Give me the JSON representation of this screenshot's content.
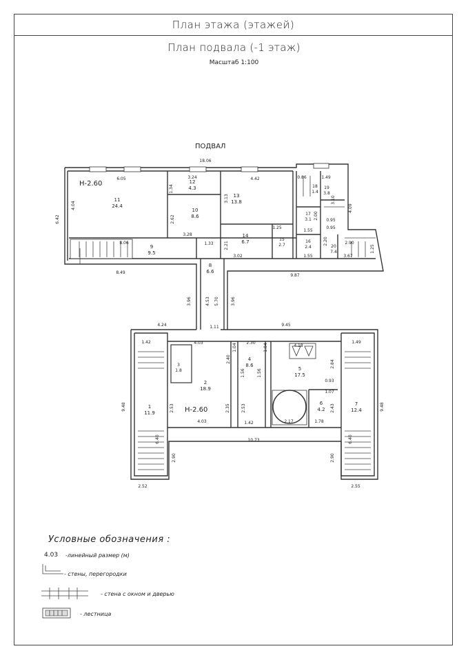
{
  "header": {
    "title": "План этажа (этажей)",
    "plan_title": "План подвала (-1 этаж)",
    "scale": "Масштаб 1:100"
  },
  "plan": {
    "level_label": "ПОДВАЛ",
    "height_upper": "Н-2.60",
    "height_lower": "Н-2.60",
    "rooms": [
      {
        "number": "11",
        "area": "24.4"
      },
      {
        "number": "12",
        "area": "4.3"
      },
      {
        "number": "13",
        "area": "13.8"
      },
      {
        "number": "10",
        "area": "8.6"
      },
      {
        "number": "9",
        "area": "9.5"
      },
      {
        "number": "8",
        "area": "6.6"
      },
      {
        "number": "14",
        "area": "6.7"
      },
      {
        "number": "15",
        "area": "2.7"
      },
      {
        "number": "16",
        "area": "2.4"
      },
      {
        "number": "17",
        "area": "3.1"
      },
      {
        "number": "18",
        "area": "1.4"
      },
      {
        "number": "19",
        "area": "3.8"
      },
      {
        "number": "20",
        "area": "7.4"
      },
      {
        "number": "1",
        "area": "11.9"
      },
      {
        "number": "2",
        "area": "18.9"
      },
      {
        "number": "3",
        "area": "1.8"
      },
      {
        "number": "4",
        "area": "8.6"
      },
      {
        "number": "5",
        "area": "17.5"
      },
      {
        "number": "6",
        "area": "4.2"
      },
      {
        "number": "7",
        "area": "12.4"
      }
    ],
    "dimensions": {
      "top_total": "18.06",
      "d605": "6.05",
      "d442": "4.42",
      "d324": "3.24",
      "d086": "0.86",
      "d149a": "1.49",
      "d642": "6.42",
      "d404": "4.04",
      "d134": "1.34",
      "d313": "3.13",
      "d310": "3.10",
      "d409": "4.09",
      "d262": "2.62",
      "d328": "3.28",
      "d133": "1.33",
      "d221": "2.21",
      "d302": "3.02",
      "d125a": "1.25",
      "d155a": "1.55",
      "d155b": "1.55",
      "d095a": "0.95",
      "d095b": "0.95",
      "d200": "2.00",
      "d220": "2.20",
      "d290": "2.90",
      "d367": "3.67",
      "d125b": "1.25",
      "d806": "8.06",
      "d849": "8.49",
      "d987": "9.87",
      "d396a": "3.96",
      "d453": "4.53",
      "d570": "5.70",
      "d396b": "3.96",
      "d424": "4.24",
      "d945": "9.45",
      "d111": "1.11",
      "d142a": "1.42",
      "d403a": "4.03",
      "d230": "2.30",
      "d418": "4.18",
      "d149b": "1.49",
      "d948a": "9.48",
      "d948b": "9.48",
      "d253a": "2.53",
      "d403b": "4.03",
      "d235": "2.35",
      "d253b": "2.53",
      "d142b": "1.42",
      "d217": "2.17",
      "d178": "1.78",
      "d243": "2.43",
      "d284": "2.84",
      "d1073": "10.73",
      "d640a": "6.40",
      "d640b": "6.40",
      "d290b": "2.90",
      "d290c": "2.90",
      "d252": "2.52",
      "d255": "2.55",
      "d240": "2.40",
      "d156a": "1.56",
      "d156b": "1.56",
      "d093": "0.93",
      "d107": "1.07",
      "d104a": "1.04",
      "d104b": "1.04"
    }
  },
  "legend": {
    "title": "Условные обозначения :",
    "items": [
      {
        "symbol_text": "4.03",
        "label": "-линейный размер (м)"
      },
      {
        "symbol_text": "",
        "label": "- стены, перегородки"
      },
      {
        "symbol_text": "",
        "label": "- стена с окном и дверью"
      },
      {
        "symbol_text": "",
        "label": "- лестница"
      }
    ]
  }
}
